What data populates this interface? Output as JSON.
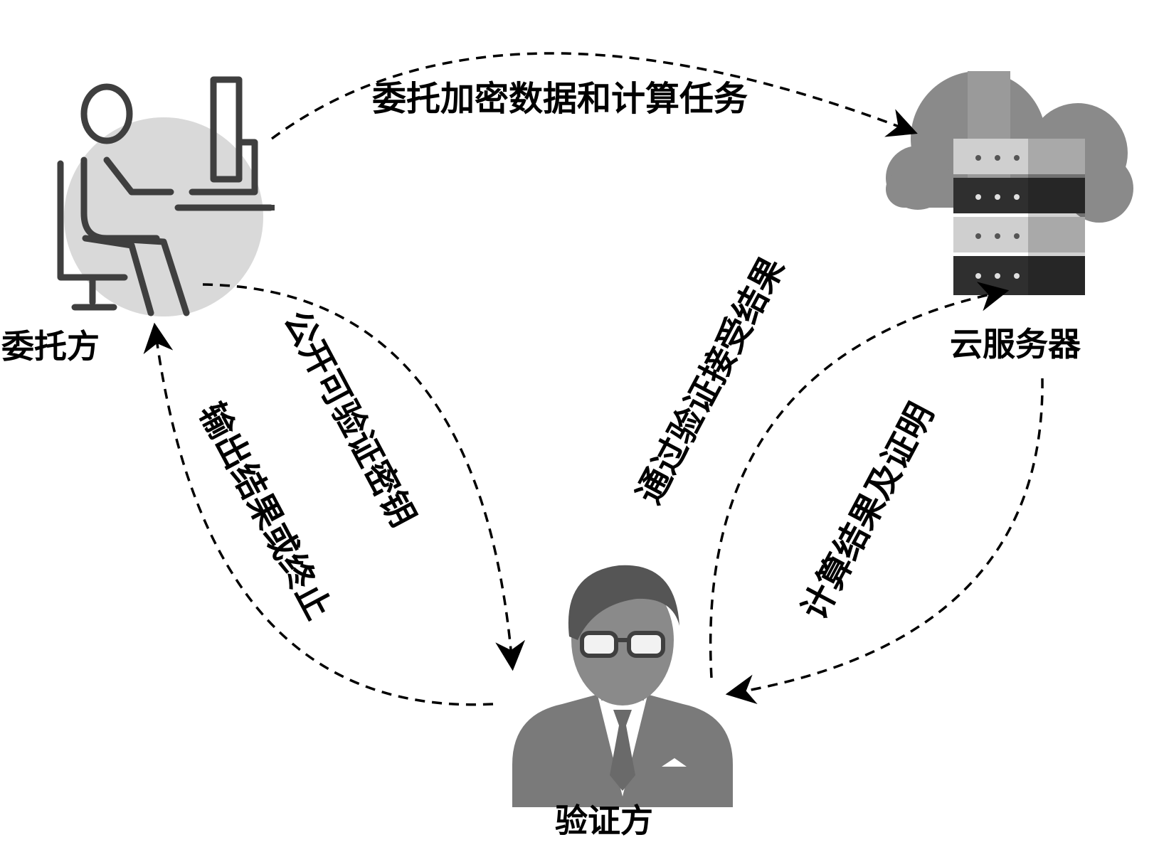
{
  "nodes": {
    "client": {
      "label": "委托方",
      "icon": "person-at-computer-icon"
    },
    "cloud": {
      "label": "云服务器",
      "icon": "cloud-server-icon"
    },
    "verifier": {
      "label": "验证方",
      "icon": "businessman-with-glasses-icon"
    }
  },
  "edges": {
    "client_to_cloud": "委托加密数据和计算任务",
    "client_to_verifier": "公开可验证密钥",
    "verifier_to_client": "输出结果或终止",
    "verifier_to_cloud": "通过验证接受结果",
    "cloud_to_verifier": "计算结果及证明"
  },
  "colors": {
    "line": "#000000",
    "icon_dark": "#3f3f3f",
    "icon_gray": "#8a8a8a",
    "icon_light": "#c8c8c8",
    "circle_bg": "#d9d9d9"
  }
}
